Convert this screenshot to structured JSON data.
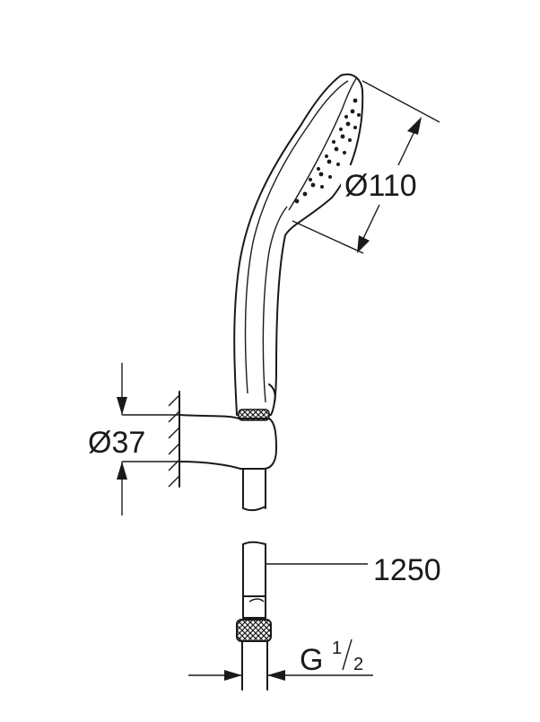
{
  "dimensions": {
    "head_diameter": "Ø110",
    "holder_diameter": "Ø37",
    "hose_length": "1250",
    "thread_main": "G",
    "thread_num": "1",
    "thread_den": "2"
  },
  "colors": {
    "line": "#1a1a1a",
    "background": "#ffffff"
  }
}
